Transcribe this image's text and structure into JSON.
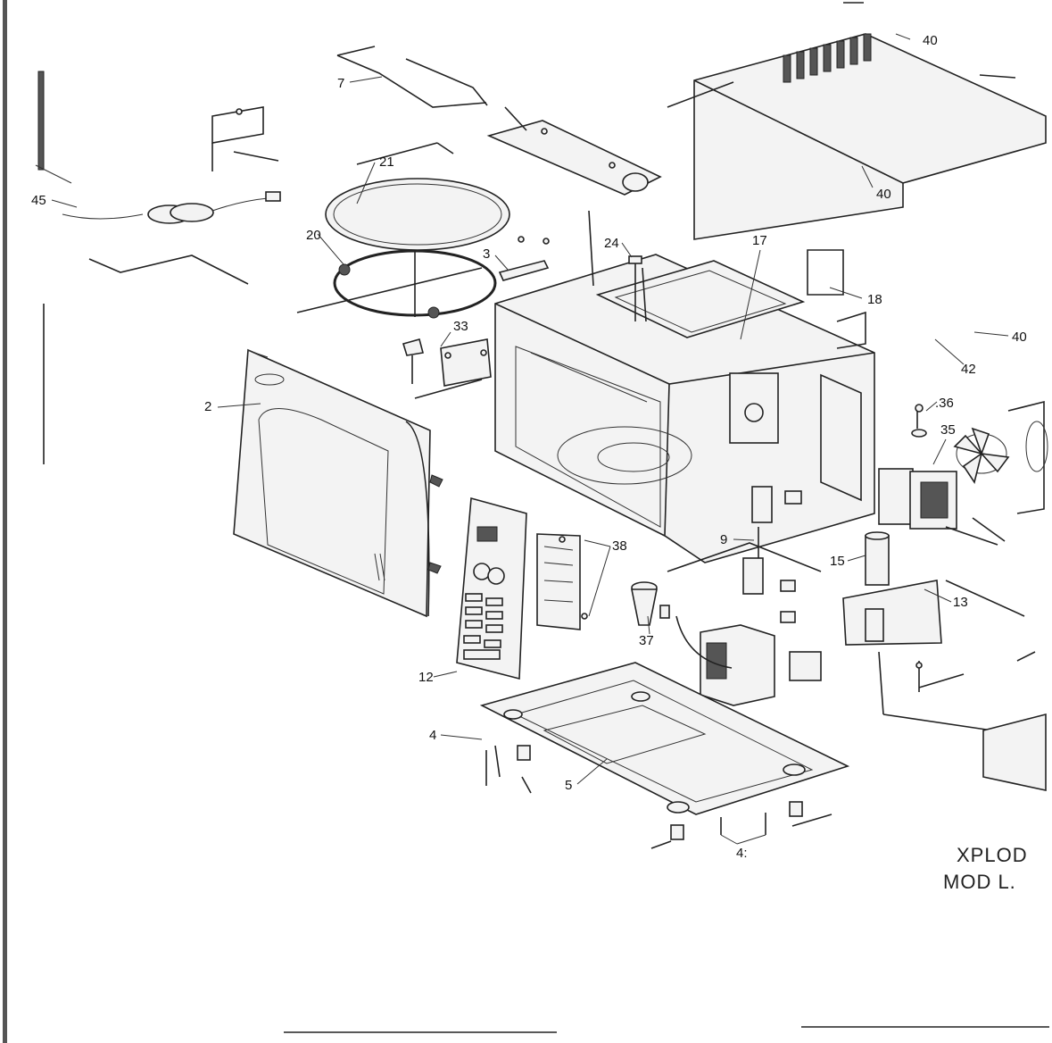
{
  "diagram": {
    "title_line1": "XPLOD",
    "title_line2": "MOD  L.",
    "part_labels": {
      "p40a": "40",
      "p40b": "40",
      "p40c": "40",
      "p7": "7",
      "p21": "21",
      "p20": "20",
      "p3": "3",
      "p24": "24",
      "p17": "17",
      "p18": "18",
      "p42": "42",
      "p33": "33",
      "p2": "2",
      "p36": ".36",
      "p35": "35",
      "p38": "38",
      "p9": "9",
      "p15": "15",
      "p13": "13",
      "p37": "37",
      "p12": "12",
      "p4a": "4",
      "p5": "5",
      "p4b": "4:",
      "p45": "45"
    }
  }
}
